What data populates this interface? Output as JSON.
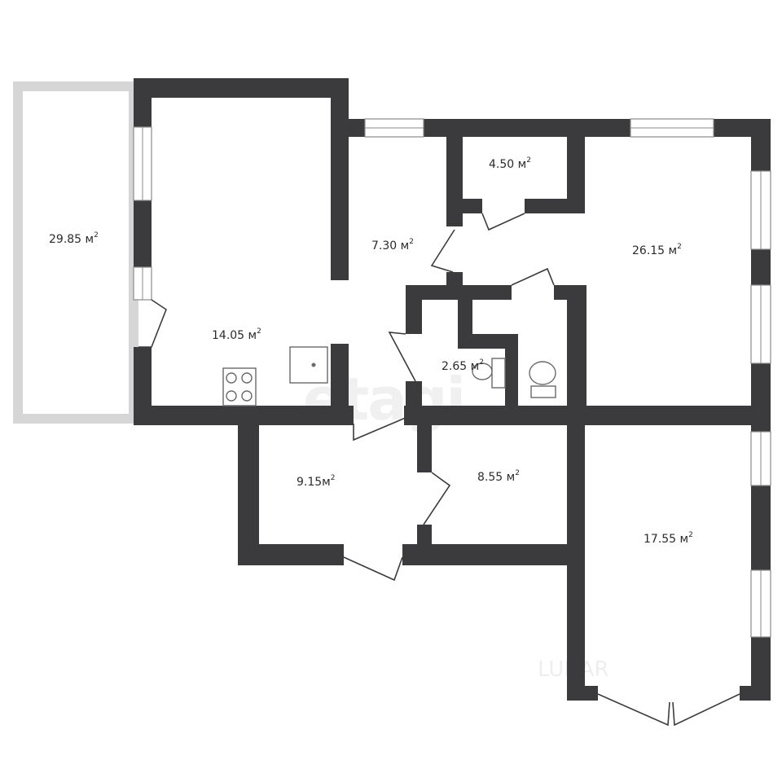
{
  "watermark": "etagi",
  "watermark_small": "LUNAR",
  "unit": "м",
  "unit_power": "2",
  "rooms": [
    {
      "id": "balcony",
      "area": "29.85"
    },
    {
      "id": "kitchen",
      "area": "14.05"
    },
    {
      "id": "corridor",
      "area": "7.30"
    },
    {
      "id": "storage",
      "area": "4.50"
    },
    {
      "id": "living-room",
      "area": "26.15"
    },
    {
      "id": "bathroom",
      "area": "2.65"
    },
    {
      "id": "room-a",
      "area": "9.15"
    },
    {
      "id": "room-b",
      "area": "8.55"
    },
    {
      "id": "bedroom",
      "area": "17.55"
    }
  ],
  "icons": {
    "toilet": "toilet-icon",
    "sink": "sink-icon",
    "stove": "stove-icon"
  },
  "colors": {
    "wall": "#3b3b3d",
    "balcony_border": "#d6d6d6",
    "background": "#ffffff"
  }
}
